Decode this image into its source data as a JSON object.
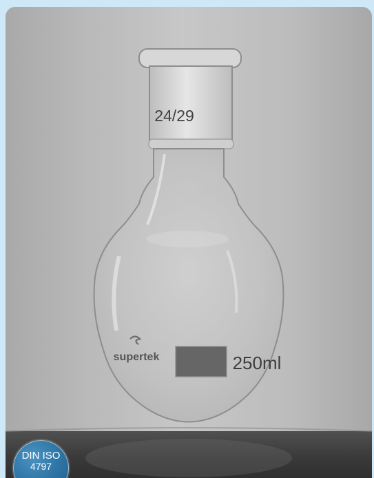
{
  "flask": {
    "joint_label": "24/29",
    "brand": "supertek",
    "volume": "250ml"
  },
  "badge": {
    "line1": "DIN ISO",
    "line2": "4797"
  },
  "colors": {
    "badge": "#2f76a6",
    "page_background": "#cfe8f7",
    "photo_background": "#bdbdbd"
  }
}
